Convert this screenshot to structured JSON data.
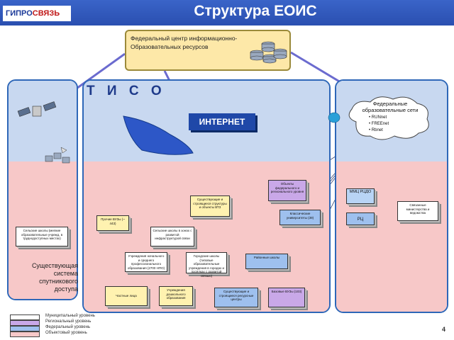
{
  "header": {
    "logo_a": "ГИПРО",
    "logo_b": "СВЯЗЬ",
    "title": "Структура ЕОИС"
  },
  "fed_center": {
    "text": "Федеральный центр информационно-Образовательных ресурсов"
  },
  "tiso_label": "Т И С О",
  "internet_label": "ИНТЕРНЕТ",
  "satellite_zone_text": "Существующая система спутникового доступа",
  "fed_networks": {
    "title": "Федеральные образовательные сети",
    "items": [
      "RUNnet",
      "FREEnet",
      "Rbnet"
    ]
  },
  "boxes": {
    "sat_schools": "Сельские школы (мелкие образовательные учрежд. в труднодоступных местах)",
    "other_vuz": "Прочие ВУЗы (~ 443)",
    "existing_ppo": "Существующие и строящиеся структуры и объекты ВТЗ",
    "fed_regional": "Объекты федерального и регионального уровня",
    "classic_univ": "Классические университеты (39)",
    "mmc": "ММЦ РЦДО",
    "rc": "РЦ",
    "comm_ministries": "Связанные министерства и ведомства",
    "rural_schools": "Сельские школы в зонах с развитой инфраструктурой связи",
    "prof_institutions": "Учреждения начального и среднего профессионального образования (2700 НПО)",
    "urban_schools": "Городские школы (типовые образовательные учреждения в городах и посёлках с развитой связью)",
    "regional_res": "Районные школы",
    "private_persons": "Частные лица",
    "preschool": "Учреждения дошкольного образования",
    "resource_centers": "Существующие и строящиеся ресурсные центры",
    "base_vuz": "Базовые ВУЗы (103)"
  },
  "legend": {
    "items": [
      "Муниципальный уровень",
      "Региональный уровень",
      "Федеральный уровень",
      "Объектовый уровень"
    ],
    "colors": [
      "#ffffff",
      "#c9a8e8",
      "#9ec0ee",
      "#f7c8c8"
    ]
  },
  "page_number": "4"
}
